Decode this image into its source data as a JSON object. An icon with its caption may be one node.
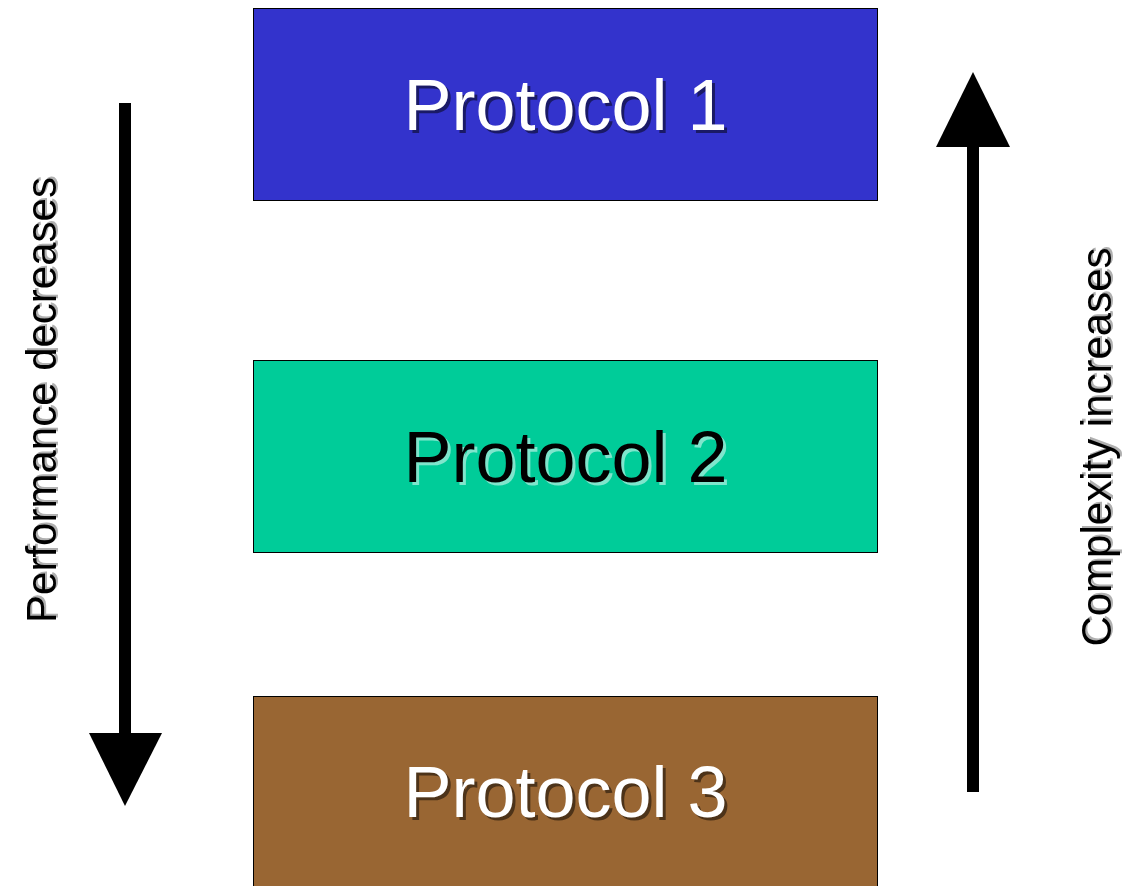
{
  "diagram": {
    "nodes": [
      {
        "text": [
          "Protocol 1"
        ]
      },
      {
        "text": [
          "Protocol 2"
        ]
      },
      {
        "text": [
          "Protocol 3"
        ]
      }
    ],
    "labels": [
      "Performance decreases",
      "Complexity increases"
    ]
  }
}
